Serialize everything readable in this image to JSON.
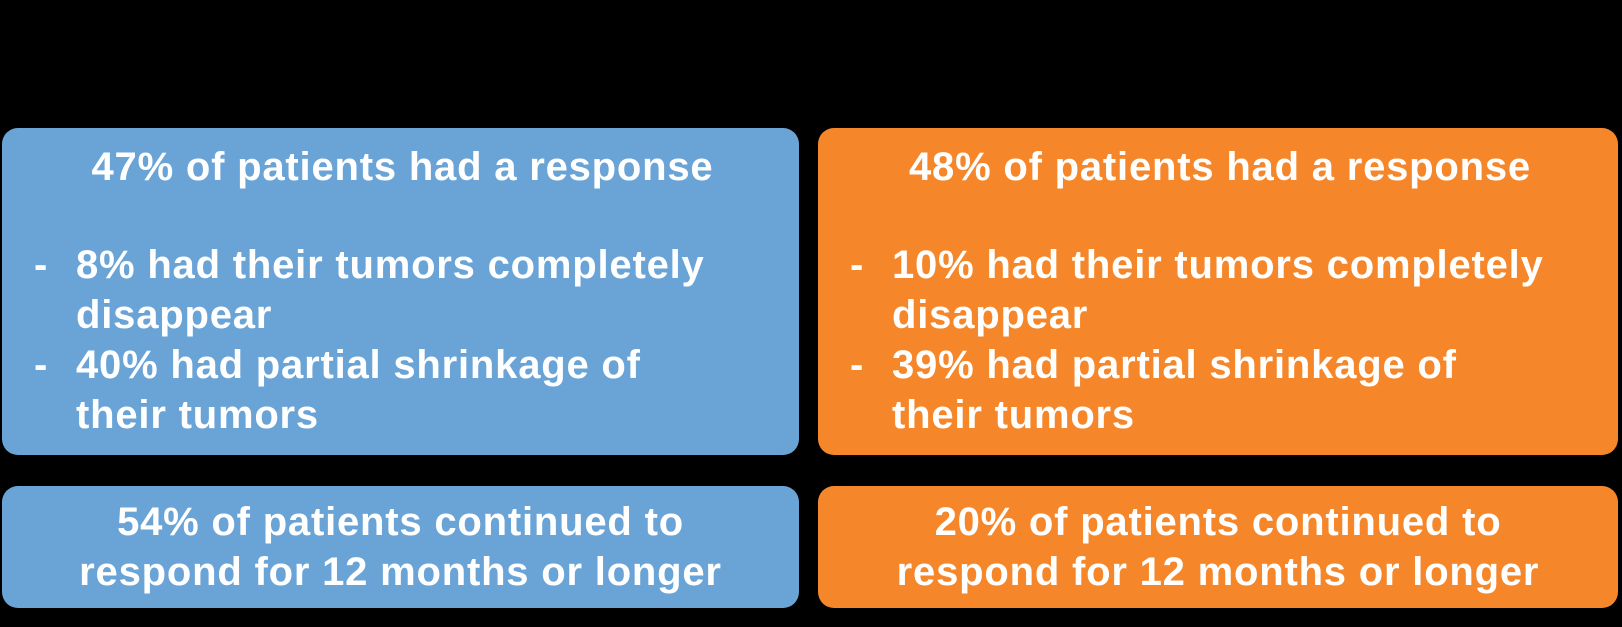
{
  "canvas": {
    "background": "#000000",
    "text_color": "#ffffff"
  },
  "columns": {
    "left": {
      "accent_color": "#6AA4D7",
      "response_box": {
        "heading": "47% of patients had a response",
        "bullets": [
          {
            "marker": "-",
            "text": "8% had their tumors completely disappear",
            "lines": [
              "8% had their tumors completely",
              "disappear"
            ]
          },
          {
            "marker": "-",
            "text": "40% had partial shrinkage of their tumors",
            "lines": [
              "40% had partial shrinkage of",
              "their tumors"
            ]
          }
        ]
      },
      "duration_box": {
        "text": "54% of patients continued to respond for 12 months or longer",
        "lines": [
          "54% of patients continued to",
          "respond for 12 months or longer"
        ]
      }
    },
    "right": {
      "accent_color": "#F5872A",
      "response_box": {
        "heading": "48% of patients had a response",
        "bullets": [
          {
            "marker": "-",
            "text": "10% had their tumors completely disappear",
            "lines": [
              "10% had their tumors completely",
              "disappear"
            ]
          },
          {
            "marker": "-",
            "text": "39% had partial shrinkage of their tumors",
            "lines": [
              "39% had partial shrinkage of",
              "their tumors"
            ]
          }
        ]
      },
      "duration_box": {
        "text": "20% of patients continued to respond for 12 months or longer",
        "lines": [
          "20% of patients continued to",
          "respond for 12 months or longer"
        ]
      }
    }
  }
}
